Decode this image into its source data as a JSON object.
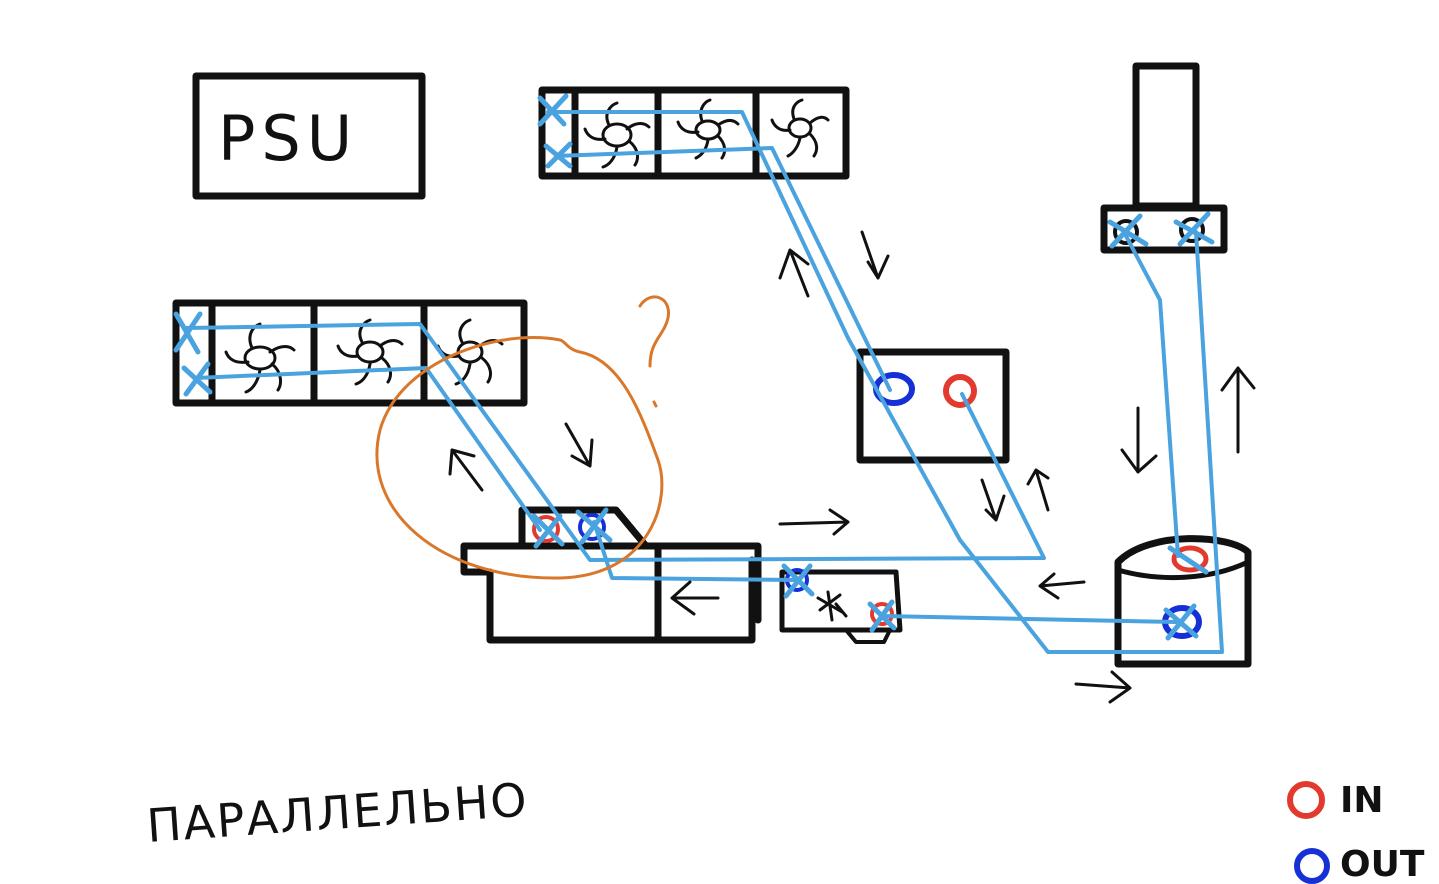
{
  "diagram": {
    "title": "ПАРАЛЛЕЛЬНО",
    "components": {
      "psu": {
        "label": "PSU"
      },
      "top_radiator": {
        "name": "top radiator",
        "fans": 3
      },
      "front_radiator": {
        "name": "front radiator",
        "fans": 3
      },
      "gpu": {
        "name": "graphics card water block"
      },
      "cpu_block": {
        "name": "cpu water block"
      },
      "pump_reservoir": {
        "name": "pump / reservoir"
      },
      "reservoir_top": {
        "name": "reservoir tube"
      },
      "small_device": {
        "name": "small fan device"
      }
    },
    "question_mark": "?",
    "legend": [
      {
        "label": "IN",
        "color": "#e23a2e"
      },
      {
        "label": "OUT",
        "color": "#1530d6"
      }
    ],
    "colors": {
      "tube": "#4aa3df",
      "circle_highlight": "#d9772b",
      "ink": "#111111"
    }
  }
}
